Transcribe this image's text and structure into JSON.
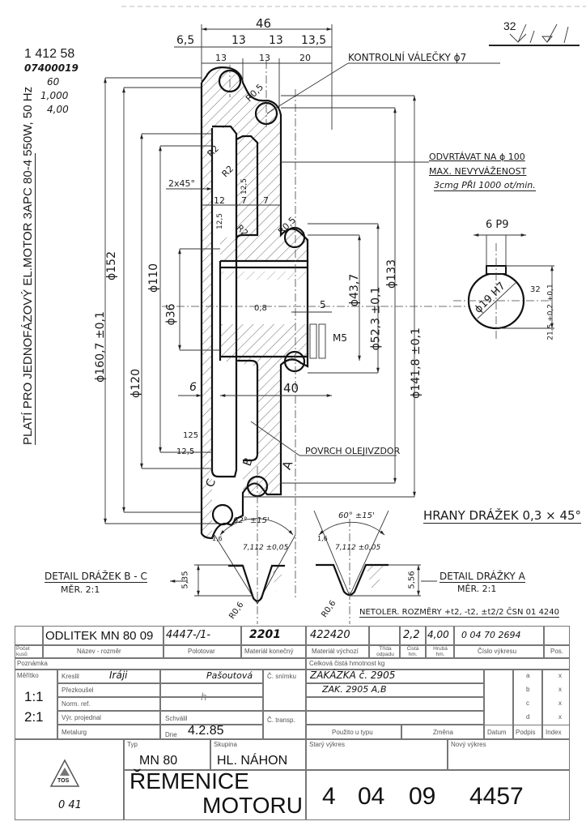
{
  "header_notes": {
    "number": "1 412 58",
    "code": "07400019",
    "value_1": "60",
    "value_2": "1,000",
    "value_3": "4,00"
  },
  "side_note": "PLATÍ PRO JEDNOFÁZOVÝ EL.MOTOR 3APC 80-4 550W, 50 Hz",
  "surface_roughness_general": "32",
  "dimensions": {
    "top_overall": "46",
    "top_left": "6,5",
    "top_a": "13",
    "top_b": "13",
    "top_c": "13,5",
    "sub_a": "13",
    "sub_b": "13",
    "sub_c": "20",
    "r05_top": "R0,5",
    "r05_mid": "R0,5",
    "r2_a": "R2",
    "r2_b": "R2",
    "r2_c": "R2",
    "chamfer": "2x45°",
    "w12": "12",
    "w7a": "7",
    "w7b": "7",
    "rough_125_a": "12,5",
    "rough_125_b": "12,5",
    "rough_125_c": "125",
    "rough_125_d": "12,5",
    "rough_08": "0,8",
    "d152": "ϕ152",
    "d160": "ϕ160,7 ±0,1",
    "d110": "ϕ110",
    "d36": "ϕ36",
    "d120": "ϕ120",
    "d43": "ϕ43,7",
    "d52": "ϕ52,3 ±0,1",
    "d133": "ϕ133",
    "d141": "ϕ141,8 ±0,1",
    "w5": "5",
    "m5": "M5",
    "w6": "6",
    "w40": "40",
    "mark_a": "A",
    "mark_b": "B",
    "mark_c": "C"
  },
  "callouts": {
    "rollers": "KONTROLNÍ VÁLEČKY ϕ7",
    "balance_1": "ODVRTÁVAT NA ϕ 100",
    "balance_2": "MAX. NEVYVÁŽENOST",
    "balance_3": "3cmg PŘI 1000 ot/min.",
    "oil_surface": "POVRCH OLEJIVZDOR"
  },
  "keyway": {
    "width": "6 P9",
    "bore": "ϕ19 H7",
    "roughness": "32",
    "depth": "21,5 +0,2 +0,1"
  },
  "details": {
    "groove_edges": "HRANY DRÁŽEK 0,3 × 45°",
    "bc_title": "DETAIL DRÁŽEK B - C",
    "bc_scale": "MĚR.   2:1",
    "bc_angle": "62° ±15'",
    "bc_width": "7,112 ±0,05",
    "bc_depth": "5,35",
    "bc_radius": "R0,6",
    "bc_rough": "1,6",
    "a_title": "DETAIL DRÁŽKY  A",
    "a_scale": "MĚR.   2:1",
    "a_angle": "60° ±15'",
    "a_width": "7,112 ±0,05",
    "a_depth": "5,56",
    "a_radius": "R0,6",
    "a_rough": "1,6",
    "tolerance_note": "NETOLER. ROZMĚRY +t2, -t2, ±t2/2  ČSN 01 4240"
  },
  "title_block": {
    "name": "ODLITEK MN 80 09",
    "semi_product": "4447-/1-",
    "material_final": "2201",
    "material_initial": "422420",
    "waste_class": "",
    "net_weight": "2,2",
    "gross_weight": "4,00",
    "drawing_number_top": "0 04 70 2694",
    "labels": {
      "count": "Počet kusů",
      "name_size": "Název - rozměr",
      "semi": "Polotovar",
      "mat_final": "Materiál konečný",
      "mat_initial": "Materiál výchozí",
      "waste": "Třída odpadu",
      "net": "Čistá hm.",
      "gross": "Hrubá hm.",
      "drawing_no": "Číslo výkresu",
      "pos": "Pos.",
      "note": "Poznámka",
      "total_weight": "Celková čistá hmotnost kg",
      "scale": "Měřítko",
      "drawn": "Kreslil",
      "checked": "Přezkoušel",
      "norm": "Norm. ref.",
      "discussed": "Výr. projednal",
      "metallurg": "Metalurg",
      "approved": "Schválil",
      "date": "Dne",
      "photo_no": "Č. snímku",
      "transp_no": "Č. transp.",
      "used_in": "Použito u typu",
      "change": "Změna",
      "datum": "Datum",
      "signature": "Podpis",
      "index": "Index",
      "type": "Typ",
      "group": "Skupina",
      "old_drawing": "Starý výkres",
      "new_drawing": "Nový výkres"
    },
    "scale_1": "1:1",
    "scale_2": "2:1",
    "drawn_by": "Iráji",
    "signed_by": "Pašoutová",
    "checked_sig": "h",
    "date_value": "4.2.85",
    "order_1": "ZAKÁZKA č. 2905",
    "order_2": "ZAK.   2905 A,B",
    "index_rows": [
      "a",
      "b",
      "c",
      "d"
    ],
    "index_marks": [
      "x",
      "x",
      "x",
      "x"
    ],
    "type_value": "MN 80",
    "group_value": "HL. NÁHON",
    "title_line_1": "ŘEMENICE",
    "title_line_2": "MOTORU",
    "logo_text": "TOS",
    "logo_number": "0 41",
    "drawing_number": [
      "4",
      "04",
      "09",
      "4457"
    ]
  }
}
